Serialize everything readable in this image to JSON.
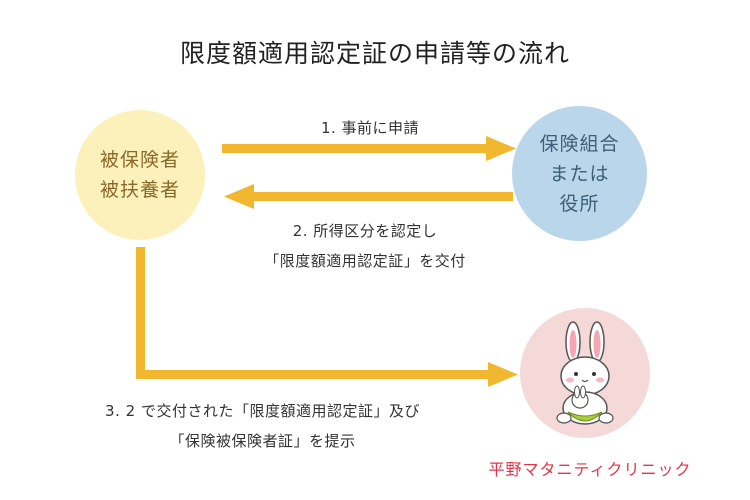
{
  "title": "限度額適用認定証の申請等の流れ",
  "insured": {
    "line1": "被保険者",
    "line2": "被扶養者"
  },
  "insurer": {
    "line1": "保険組合",
    "line2": "または",
    "line3": "役所"
  },
  "steps": {
    "step1": "1. 事前に申請",
    "step2_line1": "2. 所得区分を認定し",
    "step2_line2": "「限度額適用認定証」を交付",
    "step3_line1": "3. 2 で交付された「限度額適用認定証」及び",
    "step3_line2": "「保険被保険者証」を提示"
  },
  "clinic": {
    "name": "平野マタニティクリニック"
  },
  "colors": {
    "arrow": "#f0b72f",
    "insured_circle": "#fcf1bb",
    "insurer_circle": "#b9d6ea",
    "clinic_circle": "#f5d9d9",
    "clinic_text": "#e0354a"
  },
  "icons": {
    "mascot": "rabbit-mascot-icon"
  }
}
